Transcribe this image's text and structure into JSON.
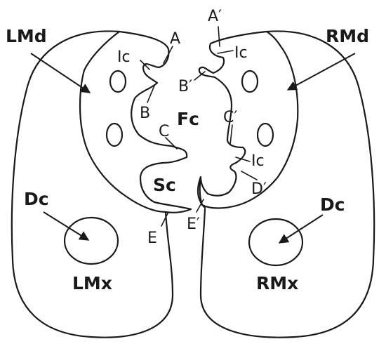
{
  "labels": {
    "lmd": "LMd",
    "rmd": "RMd",
    "lmx": "LMx",
    "rmx": "RMx",
    "dc_left": "Dc",
    "dc_right": "Dc",
    "fc": "Fc",
    "sc": "Sc",
    "a": "A",
    "a_prime": "A′",
    "b": "B",
    "b_prime": "B′",
    "c": "C",
    "c_prime": "C′",
    "d_prime": "D′",
    "e": "E",
    "e_prime": "E′",
    "ic_left": "Ic",
    "ic_right_top": "Ic",
    "ic_right_bottom": "Ic"
  }
}
